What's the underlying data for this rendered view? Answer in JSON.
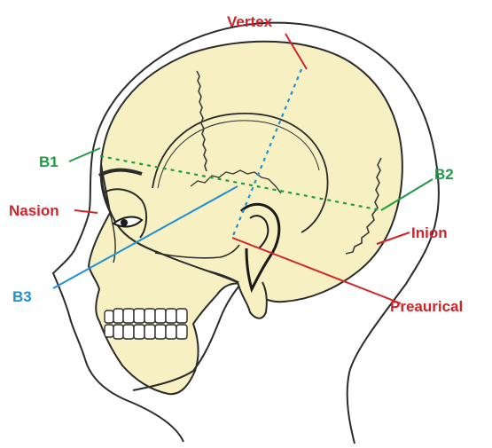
{
  "labels": {
    "vertex": "Vertex",
    "b1": "B1",
    "b2": "B2",
    "nasion": "Nasion",
    "inion": "Inion",
    "b3": "B3",
    "preaurical": "Preaurical"
  },
  "colors": {
    "red_label": "#d2232a",
    "green_label": "#1f9b46",
    "blue_label": "#1f8fd4",
    "skull_fill": "#f6f0c2",
    "outline": "#2b2b2b"
  }
}
